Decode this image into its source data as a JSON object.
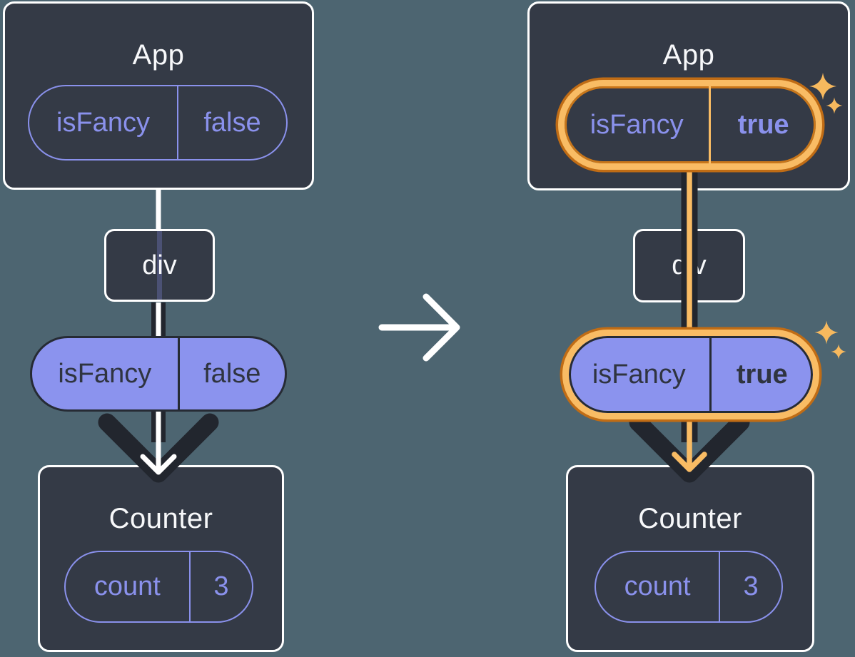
{
  "before": {
    "app": {
      "title": "App",
      "prop_name": "isFancy",
      "prop_value": "false"
    },
    "div_node": {
      "label": "div"
    },
    "passed_prop": {
      "name": "isFancy",
      "value": "false"
    },
    "counter": {
      "title": "Counter",
      "state_name": "count",
      "state_value": "3"
    }
  },
  "after": {
    "app": {
      "title": "App",
      "prop_name": "isFancy",
      "prop_value": "true"
    },
    "div_node": {
      "label": "div"
    },
    "passed_prop": {
      "name": "isFancy",
      "value": "true"
    },
    "counter": {
      "title": "Counter",
      "state_name": "count",
      "state_value": "3"
    }
  },
  "icons": {
    "transition_arrow": "right-arrow",
    "highlight": "sparkles"
  },
  "colors": {
    "background": "#4d6571",
    "card_fill": "#343a46",
    "card_border": "#ffffff",
    "purple": "#8a91ec",
    "purple_pill_fill": "#8b93ee",
    "dark_line": "#22262e",
    "dark_text": "#2f3440",
    "highlight_orange": "#f9bc64",
    "highlight_orange_dark": "#c06c15"
  }
}
